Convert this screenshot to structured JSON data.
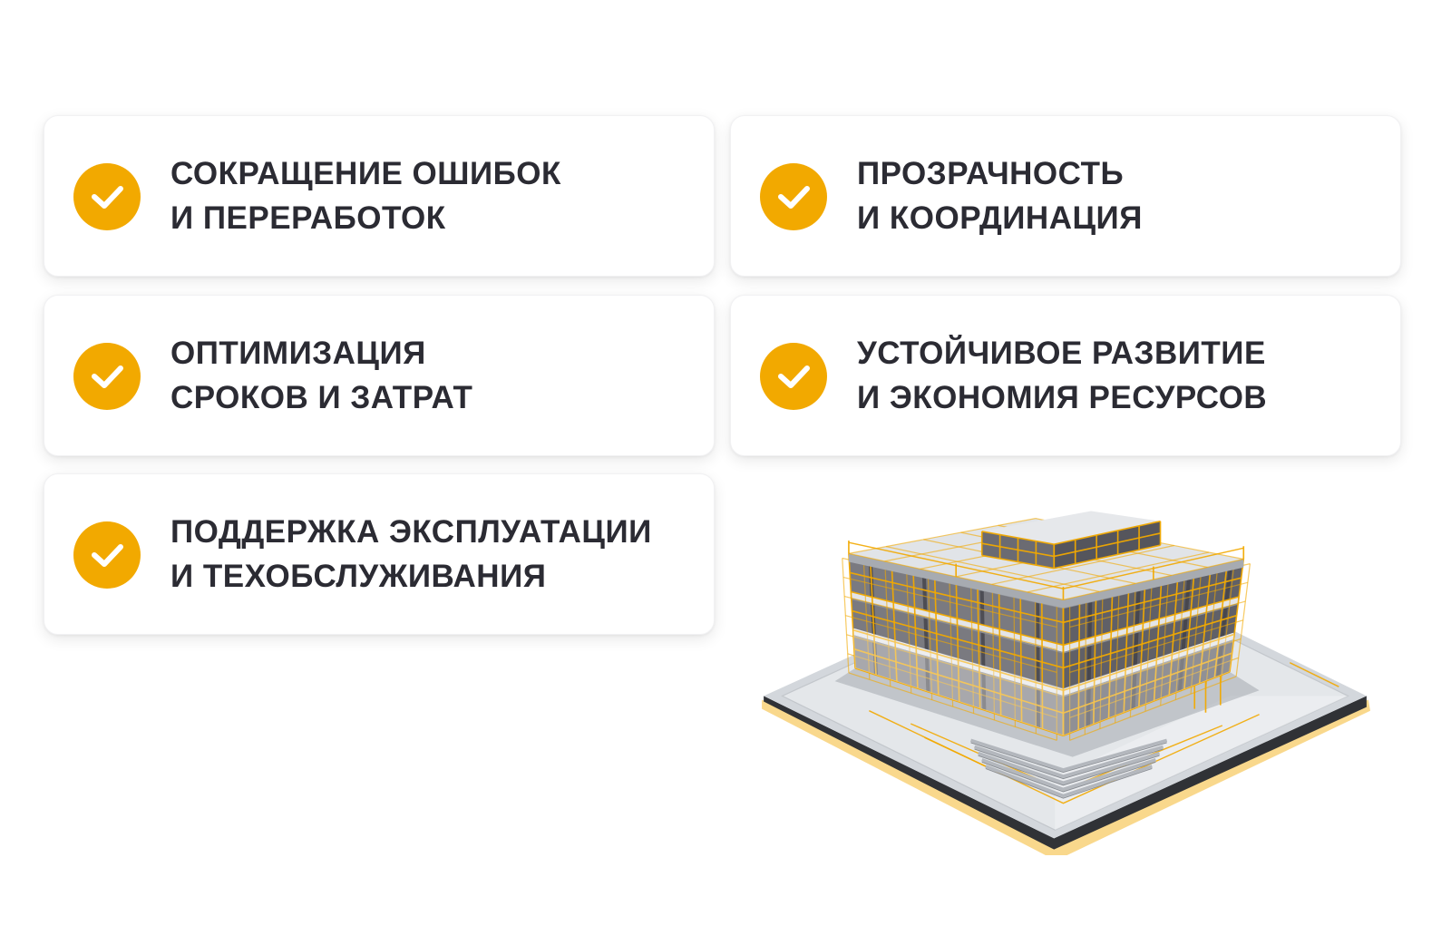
{
  "colors": {
    "accent": "#F2A900",
    "text": "#2B2B33",
    "card": "#FFFFFF",
    "background": "#FFFFFF"
  },
  "benefits": [
    {
      "icon": "check-circle-icon",
      "line1": "СОКРАЩЕНИЕ ОШИБОК",
      "line2": "И ПЕРЕРАБОТОК"
    },
    {
      "icon": "check-circle-icon",
      "line1": "ПРОЗРАЧНОСТЬ",
      "line2": "И КООРДИНАЦИЯ"
    },
    {
      "icon": "check-circle-icon",
      "line1": "ОПТИМИЗАЦИЯ",
      "line2": "СРОКОВ И ЗАТРАТ"
    },
    {
      "icon": "check-circle-icon",
      "line1": "УСТОЙЧИВОЕ РАЗВИТИЕ",
      "line2": "И ЭКОНОМИЯ РЕСУРСОВ"
    },
    {
      "icon": "check-circle-icon",
      "line1": "ПОДДЕРЖКА ЭКСПЛУАТАЦИИ",
      "line2": "И ТЕХОБСЛУЖИВАНИЯ"
    }
  ],
  "illustration": {
    "icon": "building-bim-model-illustration"
  }
}
